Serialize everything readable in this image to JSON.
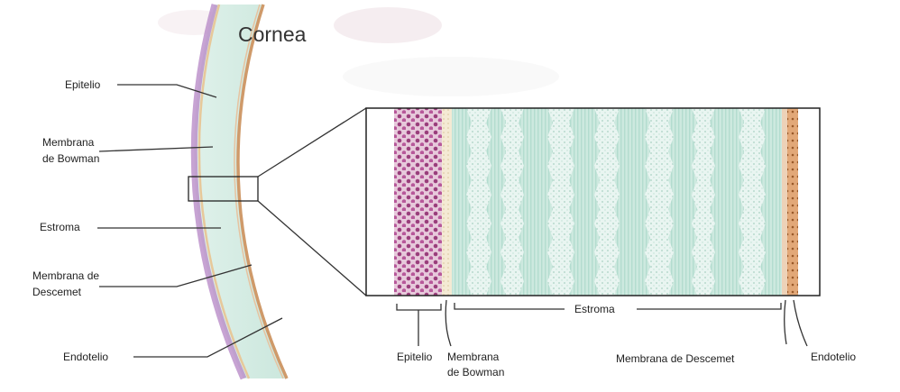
{
  "title": "Cornea",
  "left_labels": {
    "epitelio": "Epitelio",
    "bowman_line1": "Membrana",
    "bowman_line2": "de Bowman",
    "estroma": "Estroma",
    "descemet_line1": "Membrana de",
    "descemet_line2": "Descemet",
    "endotelio": "Endotelio"
  },
  "bottom_labels": {
    "epitelio": "Epitelio",
    "bowman_line1": "Membrana",
    "bowman_line2": "de Bowman",
    "estroma": "Estroma",
    "descemet": "Membrana de Descemet",
    "endotelio": "Endotelio"
  },
  "colors": {
    "epithelium": "#b0508f",
    "bowman": "#f1e3c6",
    "stroma": "#cfe9e1",
    "stroma_dark": "#a8d6c8",
    "descemet": "#d9a070",
    "endothelium": "#c98a52"
  }
}
